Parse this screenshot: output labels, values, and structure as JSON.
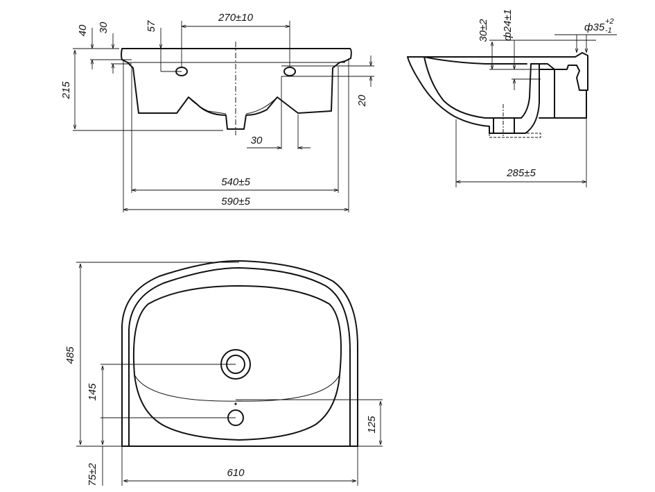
{
  "front_view": {
    "dims": {
      "d40": "40",
      "d30": "30",
      "d57": "57",
      "d270": "270±10",
      "d215": "215",
      "d20": "20",
      "d30b": "30",
      "d540": "540±5",
      "d590": "590±5"
    }
  },
  "side_view": {
    "dims": {
      "d30pm2": "30±2",
      "d24": "ф24±1",
      "d35_base": "ф35",
      "d35_sup": "+2",
      "d35_sub": "-1",
      "d285": "285±5"
    }
  },
  "top_view": {
    "dims": {
      "d485": "485",
      "d145": "145",
      "d125": "125",
      "d75": "75±2",
      "d610": "610"
    }
  }
}
